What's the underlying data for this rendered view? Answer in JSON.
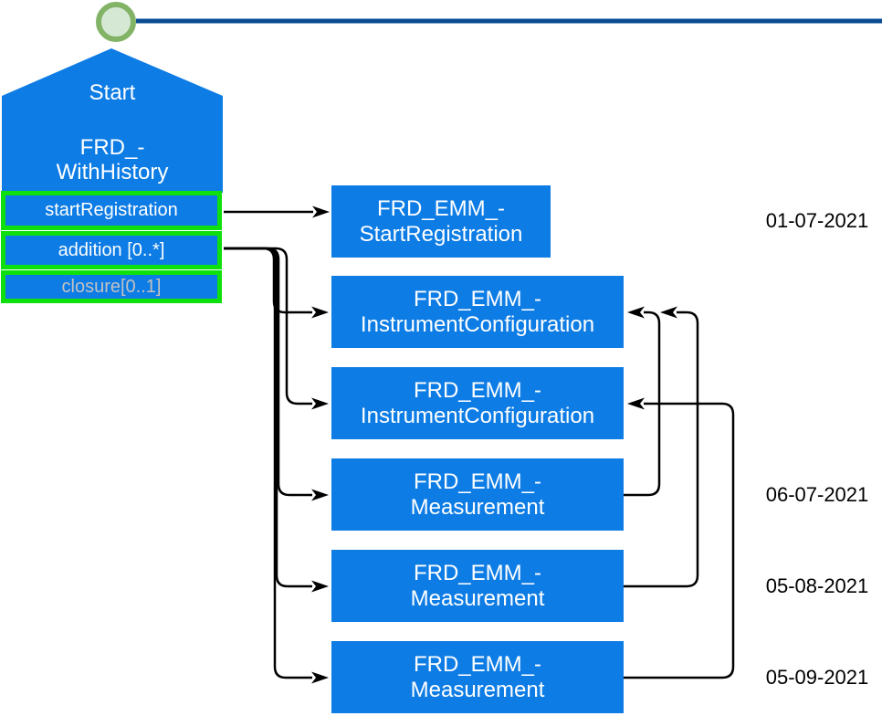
{
  "diagram": {
    "start_node": {
      "label": "Start",
      "type_line1": "FRD_-",
      "type_line2": "WithHistory",
      "ports": [
        {
          "label": "startRegistration"
        },
        {
          "label": "addition [0..*]"
        },
        {
          "label": "closure[0..1]"
        }
      ]
    },
    "events": [
      {
        "line1": "FRD_EMM_-",
        "line2": "StartRegistration"
      },
      {
        "line1": "FRD_EMM_-",
        "line2": "InstrumentConfiguration"
      },
      {
        "line1": "FRD_EMM_-",
        "line2": "InstrumentConfiguration"
      },
      {
        "line1": "FRD_EMM_-",
        "line2": "Measurement"
      },
      {
        "line1": "FRD_EMM_-",
        "line2": "Measurement"
      },
      {
        "line1": "FRD_EMM_-",
        "line2": "Measurement"
      }
    ],
    "dates": [
      "01-07-2021",
      "06-07-2021",
      "05-08-2021",
      "05-09-2021"
    ],
    "colors": {
      "node_fill": "#0d7ce5",
      "port_border": "#0ee00e",
      "port_muted_text": "#c2c2c2",
      "timeline_line": "#0a4c94",
      "start_circle_fill": "#d5e8d4",
      "start_circle_stroke": "#82b366",
      "connector": "#000000"
    }
  }
}
